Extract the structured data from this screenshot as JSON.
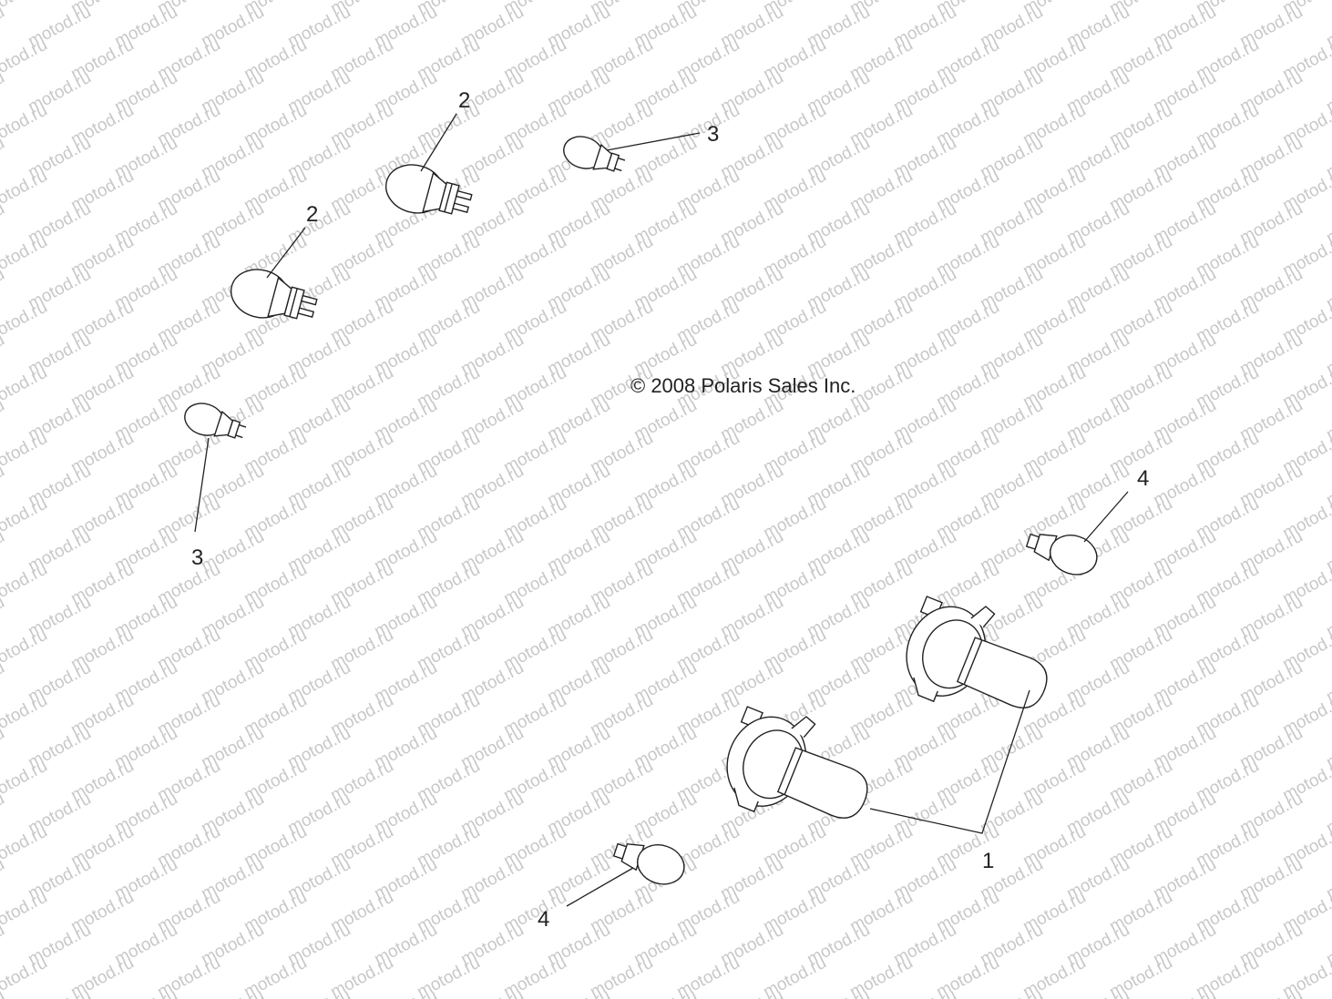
{
  "watermark": {
    "text": "motod.ru"
  },
  "copyright": "© 2008 Polaris Sales Inc.",
  "callouts": [
    {
      "id": "headlight-bulb",
      "label": "1"
    },
    {
      "id": "bulb-2-upper",
      "label": "2"
    },
    {
      "id": "bulb-2-lower",
      "label": "2"
    },
    {
      "id": "bulb-3-upper",
      "label": "3"
    },
    {
      "id": "bulb-3-lower",
      "label": "3"
    },
    {
      "id": "bulb-4-right",
      "label": "4"
    },
    {
      "id": "bulb-4-left",
      "label": "4"
    }
  ]
}
